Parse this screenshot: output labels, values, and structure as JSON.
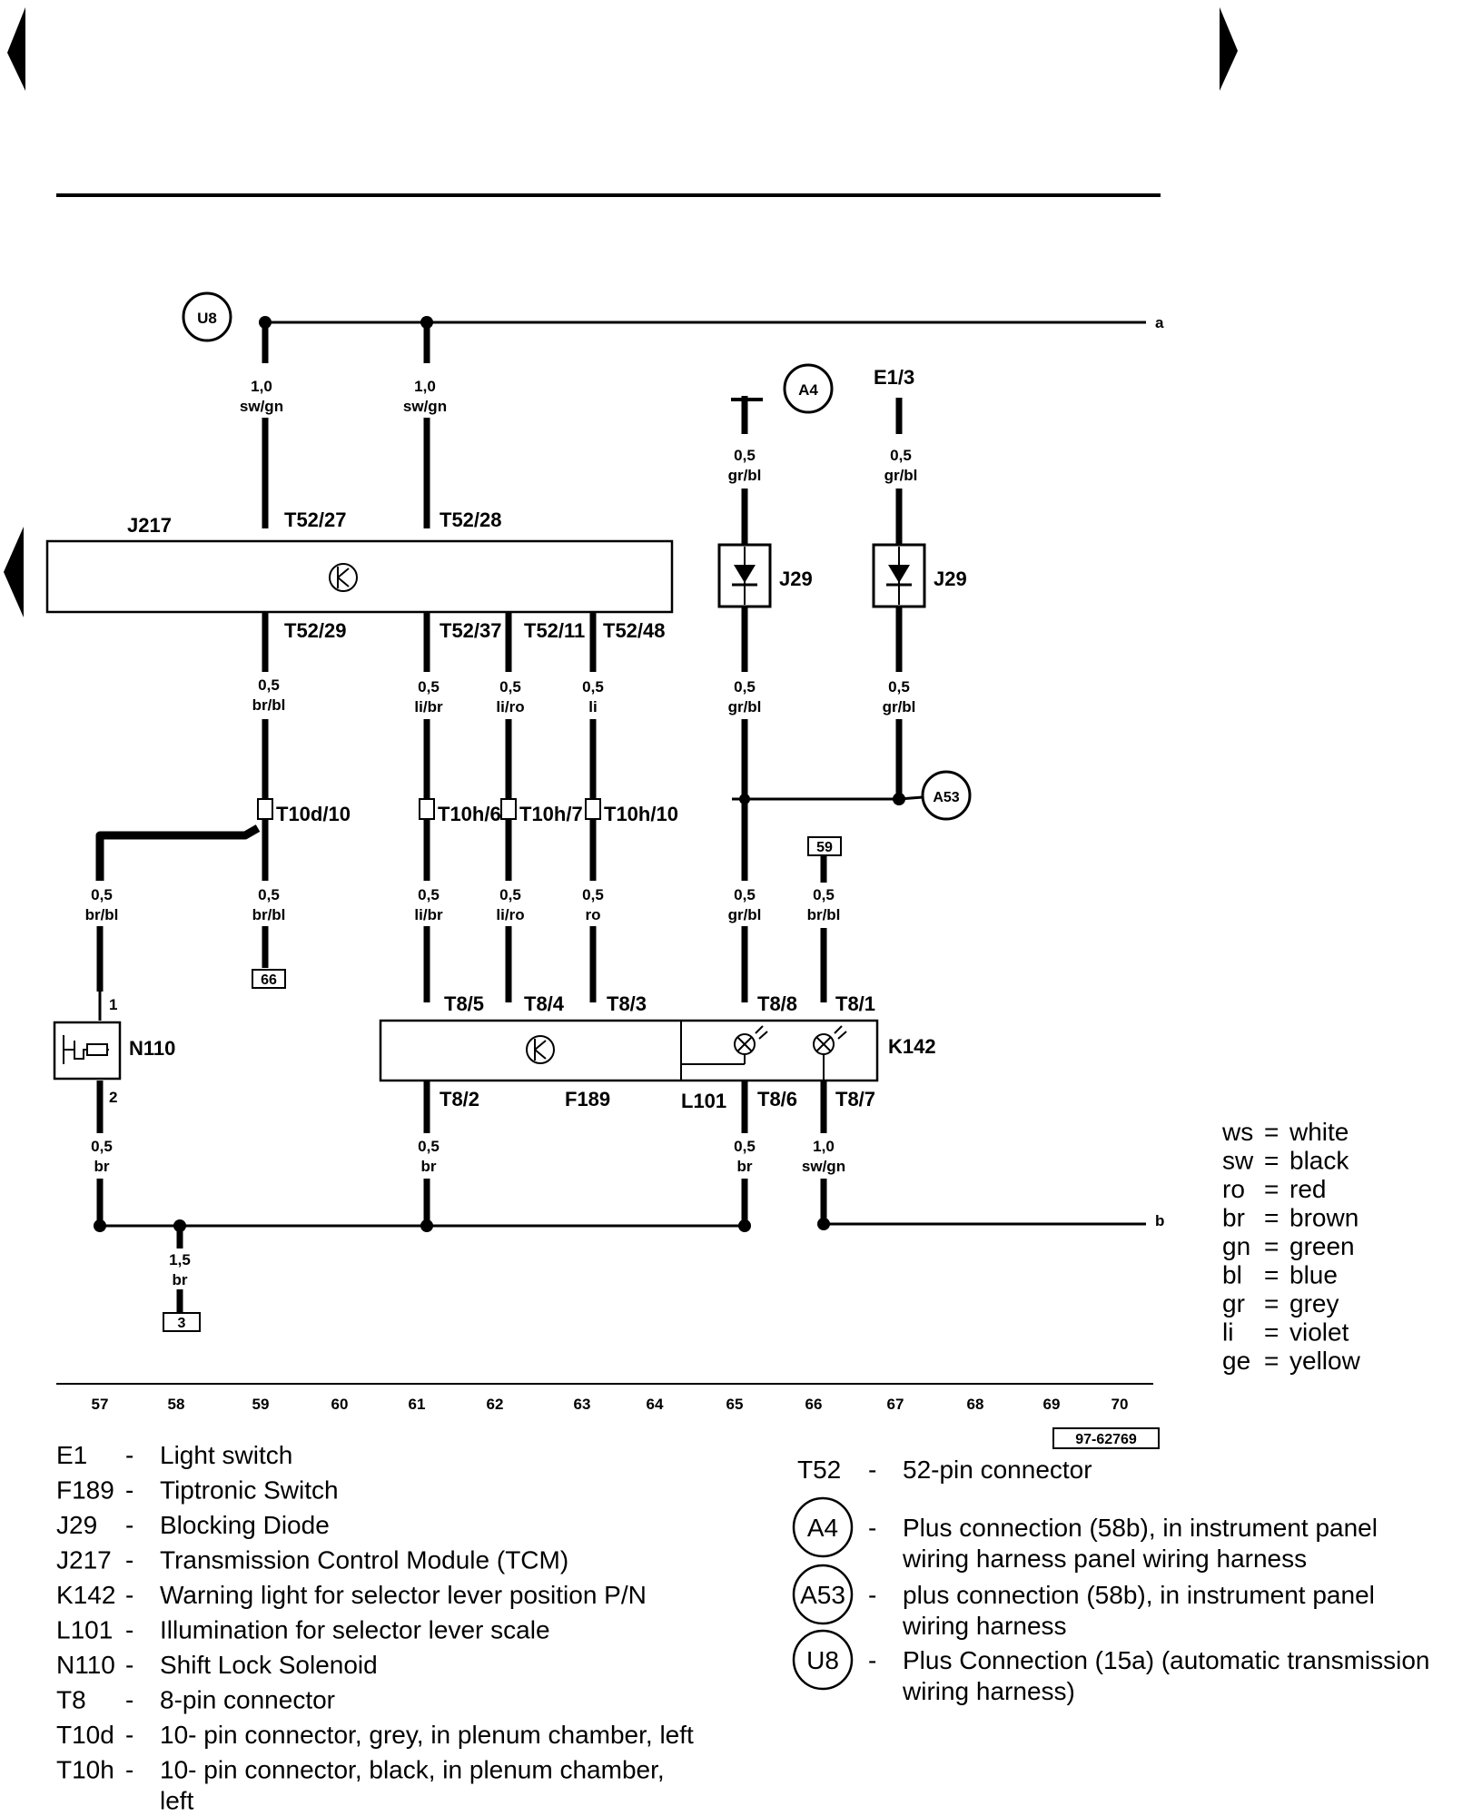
{
  "reference_id": "97-62769",
  "markers": {
    "a": "a",
    "b": "b"
  },
  "circles": {
    "u8": "U8",
    "a4": "A4",
    "a53": "A53"
  },
  "components": {
    "j217": "J217",
    "e13": "E1/3",
    "j29": "J29",
    "n110": "N110",
    "f189": "F189",
    "k142": "K142",
    "l101": "L101"
  },
  "boxes": {
    "b59": "59",
    "b66": "66",
    "b3": "3"
  },
  "pin_labels": {
    "t52_27": "T52/27",
    "t52_28": "T52/28",
    "t52_29": "T52/29",
    "t52_37": "T52/37",
    "t52_11": "T52/11",
    "t52_48": "T52/48",
    "t10d_10": "T10d/10",
    "t10h_6": "T10h/6",
    "t10h_7": "T10h/7",
    "t10h_10": "T10h/10",
    "t8_5": "T8/5",
    "t8_4": "T8/4",
    "t8_3": "T8/3",
    "t8_8": "T8/8",
    "t8_1": "T8/1",
    "t8_2": "T8/2",
    "t8_6": "T8/6",
    "t8_7": "T8/7",
    "n110_p1": "1",
    "n110_p2": "2"
  },
  "wires": {
    "w_u8_a": [
      "1,0",
      "sw/gn"
    ],
    "w_u8_b": [
      "1,0",
      "sw/gn"
    ],
    "w_a4": [
      "0,5",
      "gr/bl"
    ],
    "w_e13": [
      "0,5",
      "gr/bl"
    ],
    "w_29": [
      "0,5",
      "br/bl"
    ],
    "w_37": [
      "0,5",
      "li/br"
    ],
    "w_11": [
      "0,5",
      "li/ro"
    ],
    "w_48": [
      "0,5",
      "li"
    ],
    "w_j29a": [
      "0,5",
      "gr/bl"
    ],
    "w_j29b": [
      "0,5",
      "gr/bl"
    ],
    "w_n110": [
      "0,5",
      "br/bl"
    ],
    "w_66": [
      "0,5",
      "br/bl"
    ],
    "w_t85": [
      "0,5",
      "li/br"
    ],
    "w_t84": [
      "0,5",
      "li/ro"
    ],
    "w_t83": [
      "0,5",
      "ro"
    ],
    "w_t88": [
      "0,5",
      "gr/bl"
    ],
    "w_t81": [
      "0,5",
      "br/bl"
    ],
    "w_n2": [
      "0,5",
      "br"
    ],
    "w_t82": [
      "0,5",
      "br"
    ],
    "w_t86": [
      "0,5",
      "br"
    ],
    "w_t87": [
      "1,0",
      "sw/gn"
    ],
    "w_gnd": [
      "1,5",
      "br"
    ]
  },
  "current_tracks": [
    "57",
    "58",
    "59",
    "60",
    "61",
    "62",
    "63",
    "64",
    "65",
    "66",
    "67",
    "68",
    "69",
    "70"
  ],
  "color_codes": [
    {
      "code": "ws",
      "name": "white"
    },
    {
      "code": "sw",
      "name": "black"
    },
    {
      "code": "ro",
      "name": "red"
    },
    {
      "code": "br",
      "name": "brown"
    },
    {
      "code": "gn",
      "name": "green"
    },
    {
      "code": "bl",
      "name": "blue"
    },
    {
      "code": "gr",
      "name": "grey"
    },
    {
      "code": "li",
      "name": "violet"
    },
    {
      "code": "ge",
      "name": "yellow"
    }
  ],
  "legend_left": [
    {
      "code": "E1",
      "desc": [
        "Light switch"
      ]
    },
    {
      "code": "F189",
      "desc": [
        "Tiptronic Switch"
      ]
    },
    {
      "code": "J29",
      "desc": [
        "Blocking Diode"
      ]
    },
    {
      "code": "J217",
      "desc": [
        "Transmission Control Module (TCM)"
      ]
    },
    {
      "code": "K142",
      "desc": [
        "Warning light for selector lever position P/N"
      ]
    },
    {
      "code": "L101",
      "desc": [
        "Illumination for selector lever scale"
      ]
    },
    {
      "code": "N110",
      "desc": [
        "Shift Lock Solenoid"
      ]
    },
    {
      "code": "T8",
      "desc": [
        "8-pin connector"
      ]
    },
    {
      "code": "T10d",
      "desc": [
        "10- pin connector, grey,  in plenum chamber, left"
      ]
    },
    {
      "code": "T10h",
      "desc": [
        "10- pin connector, black,  in plenum chamber,",
        "left"
      ]
    }
  ],
  "legend_right": [
    {
      "code": "T52",
      "desc": [
        "52-pin connector"
      ]
    },
    {
      "code": "A4",
      "desc": [
        "Plus connection (58b), in instrument panel",
        "wiring harness panel wiring harness"
      ]
    },
    {
      "code": "A53",
      "desc": [
        "plus connection (58b), in instrument panel",
        "wiring harness"
      ]
    },
    {
      "code": "U8",
      "desc": [
        "Plus Connection (15a) (automatic transmission",
        "wiring harness)"
      ]
    }
  ]
}
